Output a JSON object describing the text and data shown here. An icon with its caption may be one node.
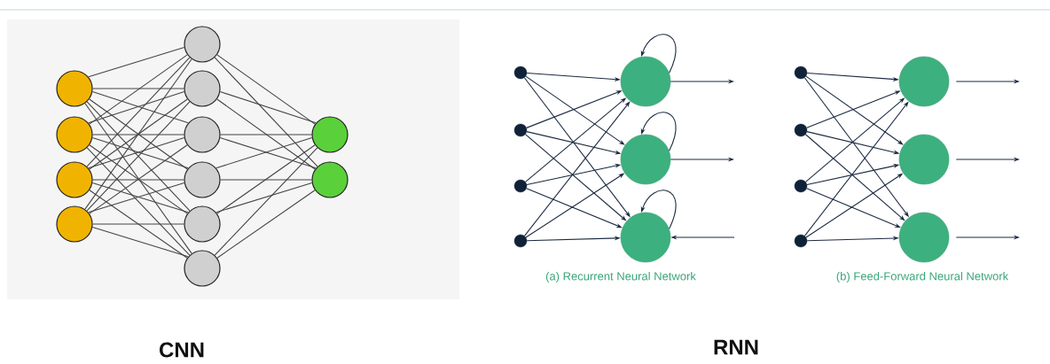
{
  "diagram": {
    "nodes": [
      {
        "text": [],
        "shape": "circle"
      },
      {
        "text": [],
        "shape": "circle"
      },
      {
        "text": [],
        "shape": "circle"
      },
      {
        "text": [],
        "shape": "circle"
      },
      {
        "text": [],
        "shape": "circle"
      },
      {
        "text": [],
        "shape": "circle"
      },
      {
        "text": [],
        "shape": "circle"
      },
      {
        "text": [],
        "shape": "circle"
      },
      {
        "text": [],
        "shape": "circle"
      },
      {
        "text": [],
        "shape": "circle"
      },
      {
        "text": [],
        "shape": "circle"
      },
      {
        "text": [],
        "shape": "circle"
      },
      {
        "text": [],
        "shape": "circle"
      },
      {
        "text": [],
        "shape": "circle"
      },
      {
        "text": [],
        "shape": "circle"
      },
      {
        "text": [],
        "shape": "circle"
      },
      {
        "text": [],
        "shape": "circle"
      },
      {
        "text": [],
        "shape": "circle"
      },
      {
        "text": [],
        "shape": "circle"
      },
      {
        "text": [],
        "shape": "circle"
      },
      {
        "text": [],
        "shape": "circle"
      },
      {
        "text": [],
        "shape": "circle"
      },
      {
        "text": [],
        "shape": "circle"
      },
      {
        "text": [],
        "shape": "circle"
      },
      {
        "text": [],
        "shape": "circle"
      },
      {
        "text": [],
        "shape": "circle"
      }
    ],
    "edges": [
      {
        "from": 0,
        "to": 4,
        "arrow": "none"
      },
      {
        "from": 0,
        "to": 5,
        "arrow": "none"
      },
      {
        "from": 0,
        "to": 6,
        "arrow": "none"
      },
      {
        "from": 0,
        "to": 7,
        "arrow": "none"
      },
      {
        "from": 0,
        "to": 8,
        "arrow": "none"
      },
      {
        "from": 0,
        "to": 9,
        "arrow": "none"
      },
      {
        "from": 1,
        "to": 4,
        "arrow": "none"
      },
      {
        "from": 1,
        "to": 5,
        "arrow": "none"
      },
      {
        "from": 1,
        "to": 6,
        "arrow": "none"
      },
      {
        "from": 1,
        "to": 7,
        "arrow": "none"
      },
      {
        "from": 1,
        "to": 8,
        "arrow": "none"
      },
      {
        "from": 1,
        "to": 9,
        "arrow": "none"
      },
      {
        "from": 2,
        "to": 4,
        "arrow": "none"
      },
      {
        "from": 2,
        "to": 5,
        "arrow": "none"
      },
      {
        "from": 2,
        "to": 6,
        "arrow": "none"
      },
      {
        "from": 2,
        "to": 7,
        "arrow": "none"
      },
      {
        "from": 2,
        "to": 8,
        "arrow": "none"
      },
      {
        "from": 2,
        "to": 9,
        "arrow": "none"
      },
      {
        "from": 3,
        "to": 4,
        "arrow": "none"
      },
      {
        "from": 3,
        "to": 5,
        "arrow": "none"
      },
      {
        "from": 3,
        "to": 6,
        "arrow": "none"
      },
      {
        "from": 3,
        "to": 7,
        "arrow": "none"
      },
      {
        "from": 3,
        "to": 8,
        "arrow": "none"
      },
      {
        "from": 3,
        "to": 9,
        "arrow": "none"
      },
      {
        "from": 4,
        "to": 10,
        "arrow": "none"
      },
      {
        "from": 4,
        "to": 11,
        "arrow": "none"
      },
      {
        "from": 5,
        "to": 10,
        "arrow": "none"
      },
      {
        "from": 5,
        "to": 11,
        "arrow": "none"
      },
      {
        "from": 6,
        "to": 10,
        "arrow": "none"
      },
      {
        "from": 6,
        "to": 11,
        "arrow": "none"
      },
      {
        "from": 7,
        "to": 10,
        "arrow": "none"
      },
      {
        "from": 7,
        "to": 11,
        "arrow": "none"
      },
      {
        "from": 8,
        "to": 10,
        "arrow": "none"
      },
      {
        "from": 8,
        "to": 11,
        "arrow": "none"
      },
      {
        "from": 9,
        "to": 10,
        "arrow": "none"
      },
      {
        "from": 9,
        "to": 11,
        "arrow": "none"
      },
      {
        "from": 12,
        "to": 16,
        "arrow": "to",
        "color": "#1b2a41"
      },
      {
        "from": 12,
        "to": 17,
        "arrow": "to",
        "color": "#1b2a41"
      },
      {
        "from": 12,
        "to": 18,
        "arrow": "to",
        "color": "#1b2a41"
      },
      {
        "from": 13,
        "to": 16,
        "arrow": "to",
        "color": "#1b2a41"
      },
      {
        "from": 13,
        "to": 17,
        "arrow": "to",
        "color": "#1b2a41"
      },
      {
        "from": 13,
        "to": 18,
        "arrow": "to",
        "color": "#1b2a41"
      },
      {
        "from": 14,
        "to": 16,
        "arrow": "to",
        "color": "#1b2a41"
      },
      {
        "from": 14,
        "to": 17,
        "arrow": "to",
        "color": "#1b2a41"
      },
      {
        "from": 14,
        "to": 18,
        "arrow": "to",
        "color": "#1b2a41"
      },
      {
        "from": 15,
        "to": 16,
        "arrow": "to",
        "color": "#1b2a41"
      },
      {
        "from": 15,
        "to": 17,
        "arrow": "to",
        "color": "#1b2a41"
      },
      {
        "from": 15,
        "to": 18,
        "arrow": "to",
        "color": "#1b2a41"
      },
      {
        "from": 16,
        "to": 16,
        "arrow": "to",
        "color": "#1b2a41"
      },
      {
        "from": 17,
        "to": 17,
        "arrow": "to",
        "color": "#1b2a41"
      },
      {
        "from": 18,
        "to": 18,
        "arrow": "to",
        "color": "#1b2a41"
      },
      {
        "from": 16,
        "to": null,
        "arrow": "to",
        "color": "#1b2a41"
      },
      {
        "from": 17,
        "to": null,
        "arrow": "to",
        "color": "#1b2a41"
      },
      {
        "from": null,
        "to": 18,
        "arrow": "to",
        "color": "#1b2a41"
      },
      {
        "from": 19,
        "to": 23,
        "arrow": "to",
        "color": "#1b2a41"
      },
      {
        "from": 19,
        "to": 24,
        "arrow": "to",
        "color": "#1b2a41"
      },
      {
        "from": 19,
        "to": 25,
        "arrow": "to",
        "color": "#1b2a41"
      },
      {
        "from": 20,
        "to": 23,
        "arrow": "to",
        "color": "#1b2a41"
      },
      {
        "from": 20,
        "to": 24,
        "arrow": "to",
        "color": "#1b2a41"
      },
      {
        "from": 20,
        "to": 25,
        "arrow": "to",
        "color": "#1b2a41"
      },
      {
        "from": 21,
        "to": 23,
        "arrow": "to",
        "color": "#1b2a41"
      },
      {
        "from": 21,
        "to": 24,
        "arrow": "to",
        "color": "#1b2a41"
      },
      {
        "from": 21,
        "to": 25,
        "arrow": "to",
        "color": "#1b2a41"
      },
      {
        "from": 22,
        "to": 23,
        "arrow": "to",
        "color": "#1b2a41"
      },
      {
        "from": 22,
        "to": 24,
        "arrow": "to",
        "color": "#1b2a41"
      },
      {
        "from": 22,
        "to": 25,
        "arrow": "to",
        "color": "#1b2a41"
      },
      {
        "from": 23,
        "to": null,
        "arrow": "to",
        "color": "#1b2a41"
      },
      {
        "from": 24,
        "to": null,
        "arrow": "to",
        "color": "#1b2a41"
      },
      {
        "from": 25,
        "to": null,
        "arrow": "to",
        "color": "#1b2a41"
      }
    ],
    "labels": [
      "(a) Recurrent Neural Network",
      "(b) Feed-Forward Neural Network",
      "CNN",
      "RNN"
    ]
  }
}
